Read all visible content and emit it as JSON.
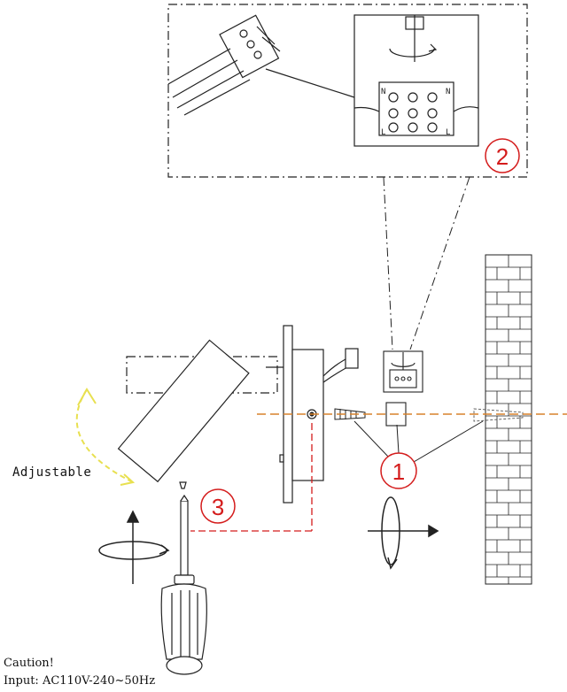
{
  "steps": [
    {
      "number": "1"
    },
    {
      "number": "2"
    },
    {
      "number": "3"
    }
  ],
  "annotations": {
    "adjustable": "Adjustable"
  },
  "footer": {
    "caution": "Caution!",
    "input": "Input: AC110V-240~50Hz"
  },
  "terminal_letters": [
    "N",
    "N",
    "L",
    "L"
  ],
  "colors": {
    "line": "#222222",
    "step_circle": "#d41c1c",
    "dash_guide": "#d9822b",
    "adjust_arrow": "#f2ec6a"
  },
  "icons": [
    "rotate-arrow-icon",
    "screw-icon",
    "screwdriver-icon",
    "brick-wall",
    "cable-connector"
  ]
}
